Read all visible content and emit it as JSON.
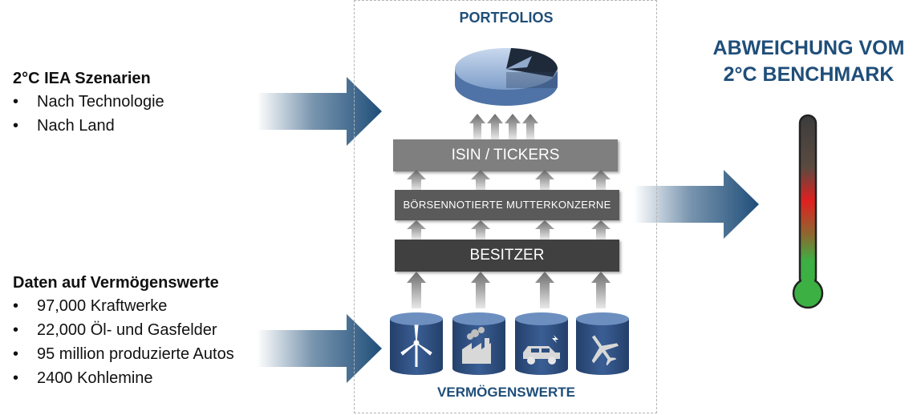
{
  "left_top": {
    "title": "2°C IEA Szenarien",
    "items": [
      "Nach Technologie",
      "Nach Land"
    ]
  },
  "left_bottom": {
    "title": "Daten auf Vermögenswerte",
    "items": [
      "97,000 Kraftwerke",
      "22,000 Öl- und Gasfelder",
      "95 million produzierte Autos",
      "2400 Kohlemine"
    ]
  },
  "center": {
    "portfolios_label": "PORTFOLIOS",
    "isin_label": "ISIN / TICKERS",
    "parent_label": "BÖRSENNOTIERTE MUTTERKONZERNE",
    "owner_label": "BESITZER",
    "assets_label": "VERMÖGENSWERTE",
    "asset_icons": [
      "wind-turbine-icon",
      "factory-icon",
      "electric-car-icon",
      "airplane-icon"
    ]
  },
  "right": {
    "title_line1": "ABWEICHUNG VOM",
    "title_line2": "2°C BENCHMARK"
  },
  "colors": {
    "navy": "#1f4e79",
    "bar_light": "#7f7f7f",
    "bar_dark": "#404040",
    "can_blue": "#2f4f80",
    "thermo_green": "#3cb043",
    "thermo_red": "#e02020"
  }
}
